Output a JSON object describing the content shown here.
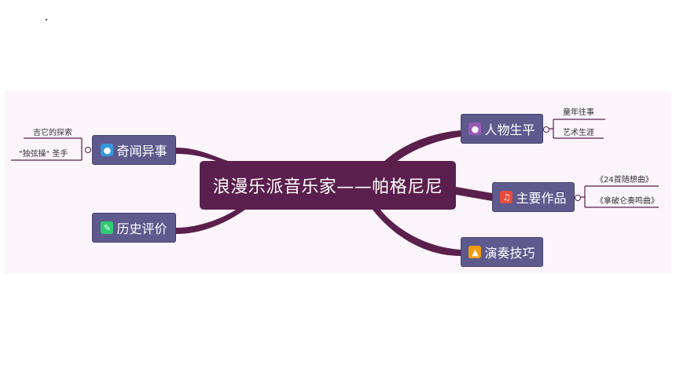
{
  "central": "浪漫乐派音乐家——帕格尼尼",
  "branches": {
    "life": {
      "label": "人物生平",
      "icon": "person-icon",
      "icon_color": "#9b59b6"
    },
    "works": {
      "label": "主要作品",
      "icon": "music-note-icon",
      "icon_color": "#e74c3c"
    },
    "technique": {
      "label": "演奏技巧",
      "icon": "thumbs-up-icon",
      "icon_color": "#f39c12"
    },
    "anecdotes": {
      "label": "奇闻异事",
      "icon": "users-icon",
      "icon_color": "#3498db"
    },
    "evaluation": {
      "label": "历史评价",
      "icon": "pencil-icon",
      "icon_color": "#2ecc71"
    }
  },
  "leaves": {
    "life": [
      "童年往事",
      "艺术生涯"
    ],
    "works": [
      "《24首随想曲》",
      "《拿破仑奏鸣曲》"
    ],
    "anecdotes": [
      "吉它的探索",
      "\"独弦操\" 圣手"
    ]
  },
  "colors": {
    "line": "#5b1f4d",
    "branch_fill": "#5e5a8d",
    "panel": "#fbf5fb"
  }
}
